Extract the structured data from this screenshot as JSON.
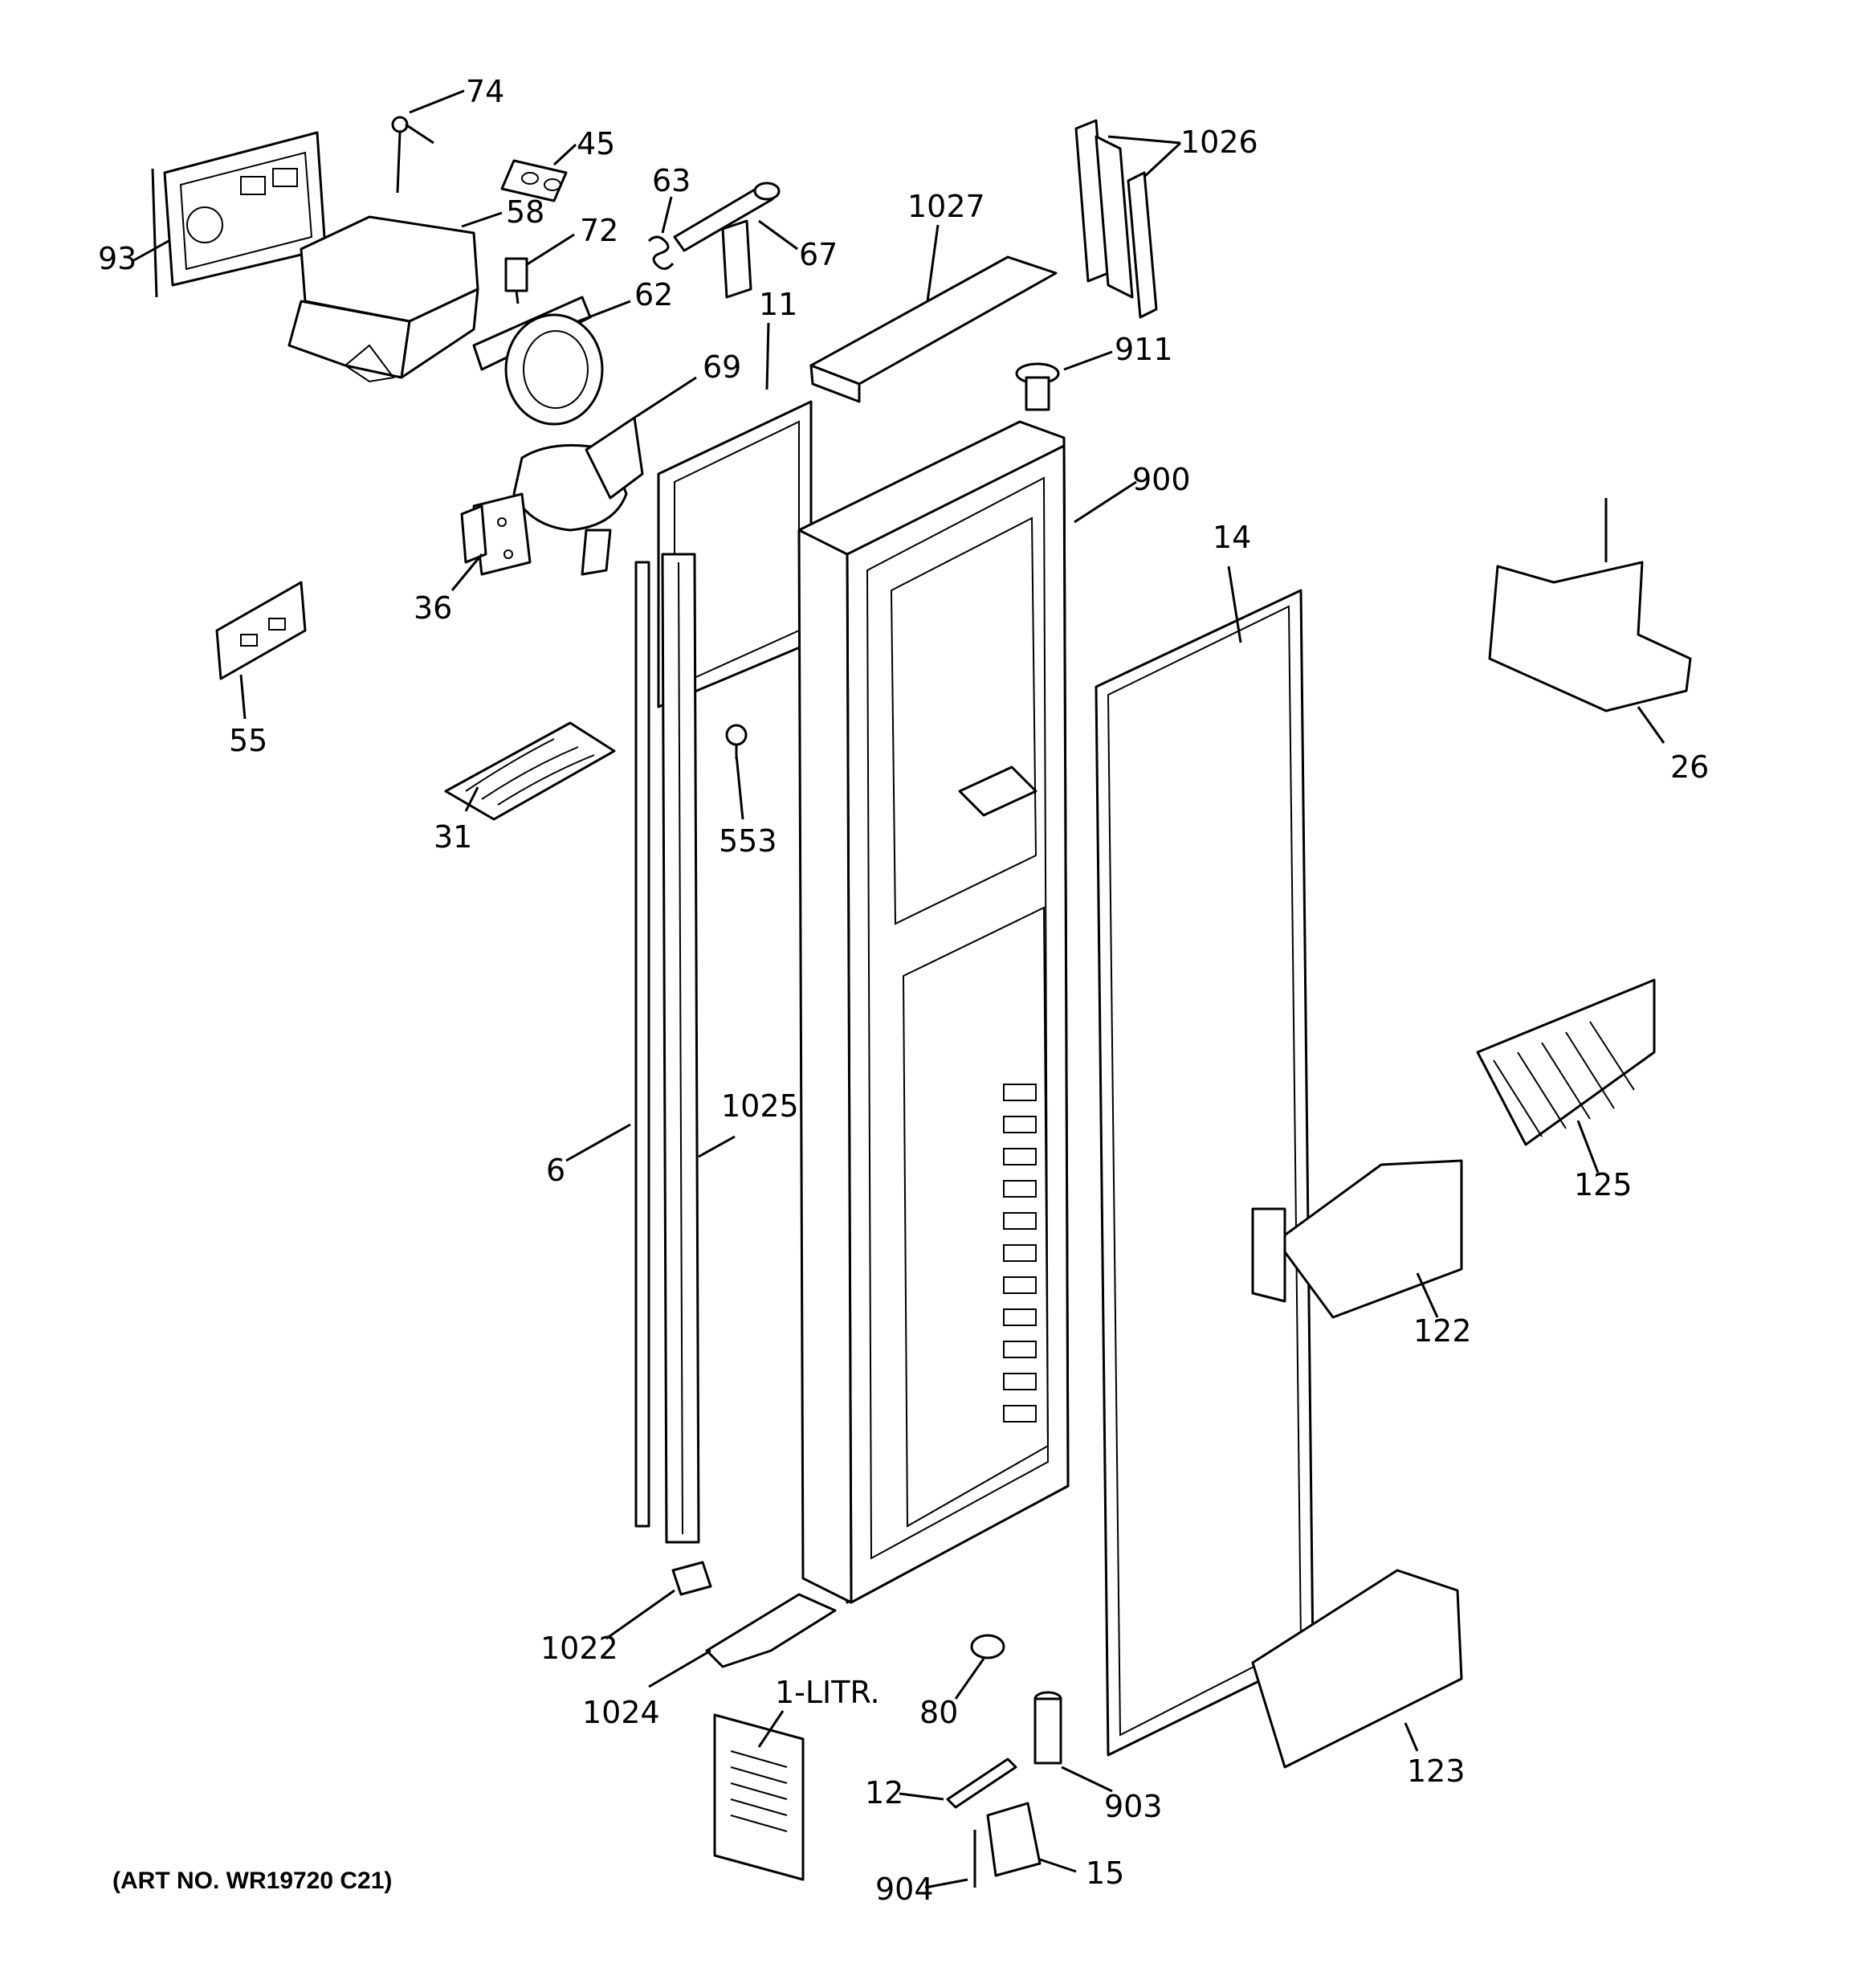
{
  "art_number": "(ART NO. WR19720 C21)",
  "callouts": {
    "c74": "74",
    "c45": "45",
    "c93": "93",
    "c58": "58",
    "c72": "72",
    "c63": "63",
    "c67": "67",
    "c62": "62",
    "c11": "11",
    "c69": "69",
    "c1027": "1027",
    "c1026": "1026",
    "c911": "911",
    "c900": "900",
    "c14": "14",
    "c36": "36",
    "c55": "55",
    "c31": "31",
    "c553": "553",
    "c26": "26",
    "c6": "6",
    "c1025": "1025",
    "c125": "125",
    "c122": "122",
    "c1022": "1022",
    "c1024": "1024",
    "c1litr": "1-LITR.",
    "c80": "80",
    "c123": "123",
    "c12": "12",
    "c903": "903",
    "c904": "904",
    "c15": "15"
  }
}
